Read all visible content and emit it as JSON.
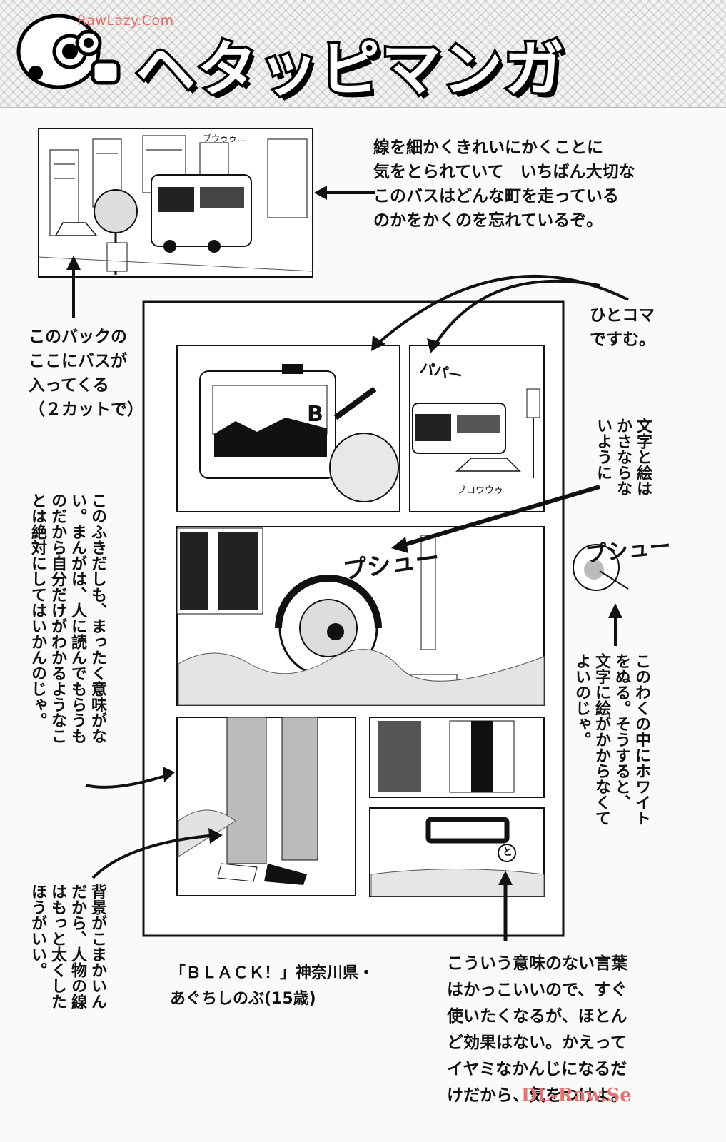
{
  "header": {
    "title": "ヘタッピマンガ",
    "watermark": "RawLazy.Com"
  },
  "notes": {
    "top_right": "線を細かくきれいにかくことに\n気をとられていて　いちばん大切な\nこのバスはどんな町を走っている\nのかをかくのを忘れているぞ。",
    "back_left": "このバックの\nここにバスが\n入ってくる\n（２カットで）",
    "one_frame": "ひとコマ\nですむ。",
    "vertical_text_overlap": "文字と絵は\nかさならな\nいように",
    "vertical_balloon": "このふきだしも、まったく意味がな\nい。まんがは、人に読んでもらうも\nのだから自分だけがわかるようなこ\nとは絶対にしてはいかんのじゃ。",
    "vertical_white": "このわくの中にホワイト\nをぬる。そうすると、\n文字に絵がかからなくて\nよいのじゃ。",
    "vertical_background": "背景がこまかいん\nだから、人物の線\nはもっと太くした\nほうがいい。",
    "bottom_right": "こういう意味のない言葉\nはかっこいいので、すぐ\n使いたくなるが、ほとん\nど効果はない。かえって\nイヤミなかんじになるだ\nけだから、気をつけよ。"
  },
  "credit": {
    "line1": "「ＢＬＡＣＫ！」神奈川県・",
    "line2": "あぐちしのぶ(15歳)"
  },
  "sfx": {
    "top_bus": "ブウゥゥ…",
    "honk": "パパー",
    "drive": "ブロウウゥ",
    "hiss": "プシュー",
    "hiss_side": "プシュー",
    "small": "と"
  },
  "bottom_watermark": "DL-Raw.Se"
}
